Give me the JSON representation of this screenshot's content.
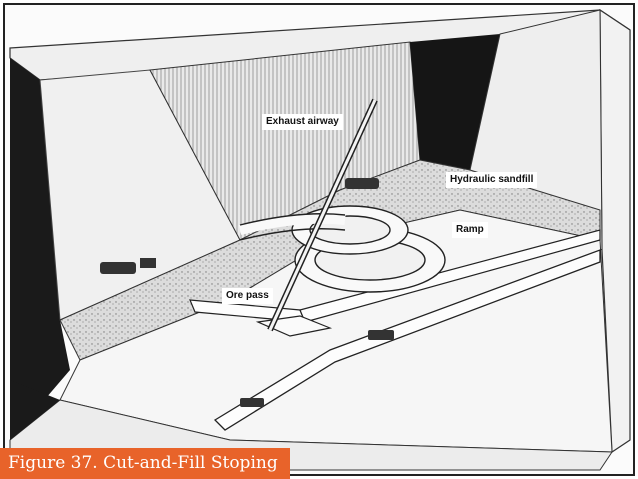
{
  "labels": {
    "exhaust_airway": "Exhaust airway",
    "hydraulic_sandfill": "Hydraulic sandfill",
    "ramp": "Ramp",
    "ore_pass": "Ore pass"
  },
  "caption": "Figure 37. Cut-and-Fill Stoping",
  "colors": {
    "caption_bg": "#e8632a",
    "frame_border": "#222222",
    "rock_dark": "#1a1a1a"
  }
}
